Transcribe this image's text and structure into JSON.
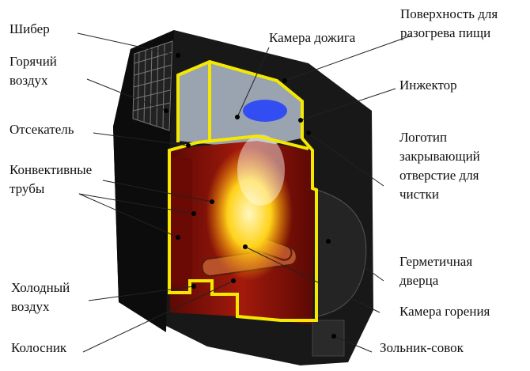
{
  "labels_left": [
    {
      "id": "shiber",
      "text": "Шибер"
    },
    {
      "id": "hot-air",
      "line1": "Горячий",
      "line2": "воздух"
    },
    {
      "id": "otsekatel",
      "text": "Отсекатель"
    },
    {
      "id": "convective-pipes",
      "line1": "Конвективные",
      "line2": "трубы"
    },
    {
      "id": "cold-air",
      "line1": "Холодный",
      "line2": "воздух"
    },
    {
      "id": "grate",
      "text": "Колосник"
    }
  ],
  "labels_right": [
    {
      "id": "cooking-surface",
      "line1": "Поверхность для",
      "line2": "разогрева пищи"
    },
    {
      "id": "afterburn-chamber",
      "text": "Камера дожига"
    },
    {
      "id": "injector",
      "text": "Инжектор"
    },
    {
      "id": "logo",
      "line1": "Логотип",
      "line2": "закрывающий",
      "line3": "отверстие для",
      "line4": "чистки"
    },
    {
      "id": "sealed-door",
      "line1": "Герметичная",
      "line2": "дверца"
    },
    {
      "id": "combustion-chamber",
      "text": "Камера горения"
    },
    {
      "id": "ash-pan",
      "text": "Зольник-совок"
    }
  ],
  "colors": {
    "body": "#161616",
    "interior": "#8a1208",
    "outline": "#f5e800",
    "flame": "#ffcc10"
  }
}
